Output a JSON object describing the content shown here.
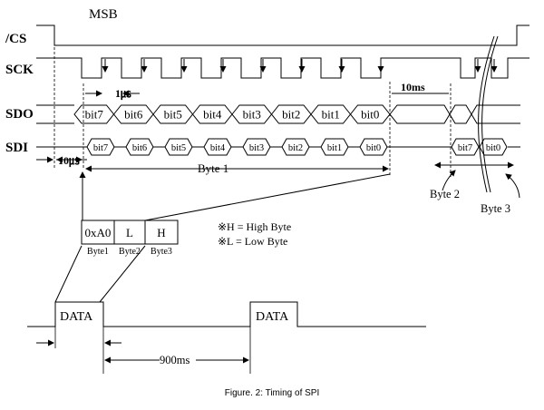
{
  "labels": {
    "msb": "MSB",
    "cs": "/CS",
    "sck": "SCK",
    "sdo": "SDO",
    "sdi": "SDI",
    "t_1us": "1㎲",
    "t_10us": "10㎲",
    "t_10ms": "10ms",
    "byte1": "Byte 1",
    "byte2": "Byte 2",
    "byte3": "Byte 3",
    "h_note": "※H = High Byte",
    "l_note": "※L = Low Byte",
    "data1": "DATA",
    "data2": "DATA",
    "t_900ms": "900ms",
    "caption": "Figure. 2: Timing of SPI"
  },
  "sdo_bits": [
    "bit7",
    "bit6",
    "bit5",
    "bit4",
    "bit3",
    "bit2",
    "bit1",
    "bit0"
  ],
  "sdi_bits": [
    "bit7",
    "bit6",
    "bit5",
    "bit4",
    "bit3",
    "bit2",
    "bit1",
    "bit0"
  ],
  "sdi_tail_bits": [
    "bit7",
    "bit0"
  ],
  "packet": {
    "cells": [
      "0xA0",
      "L",
      "H"
    ],
    "byte_labels": [
      "Byte1",
      "Byte2",
      "Byte3"
    ]
  }
}
